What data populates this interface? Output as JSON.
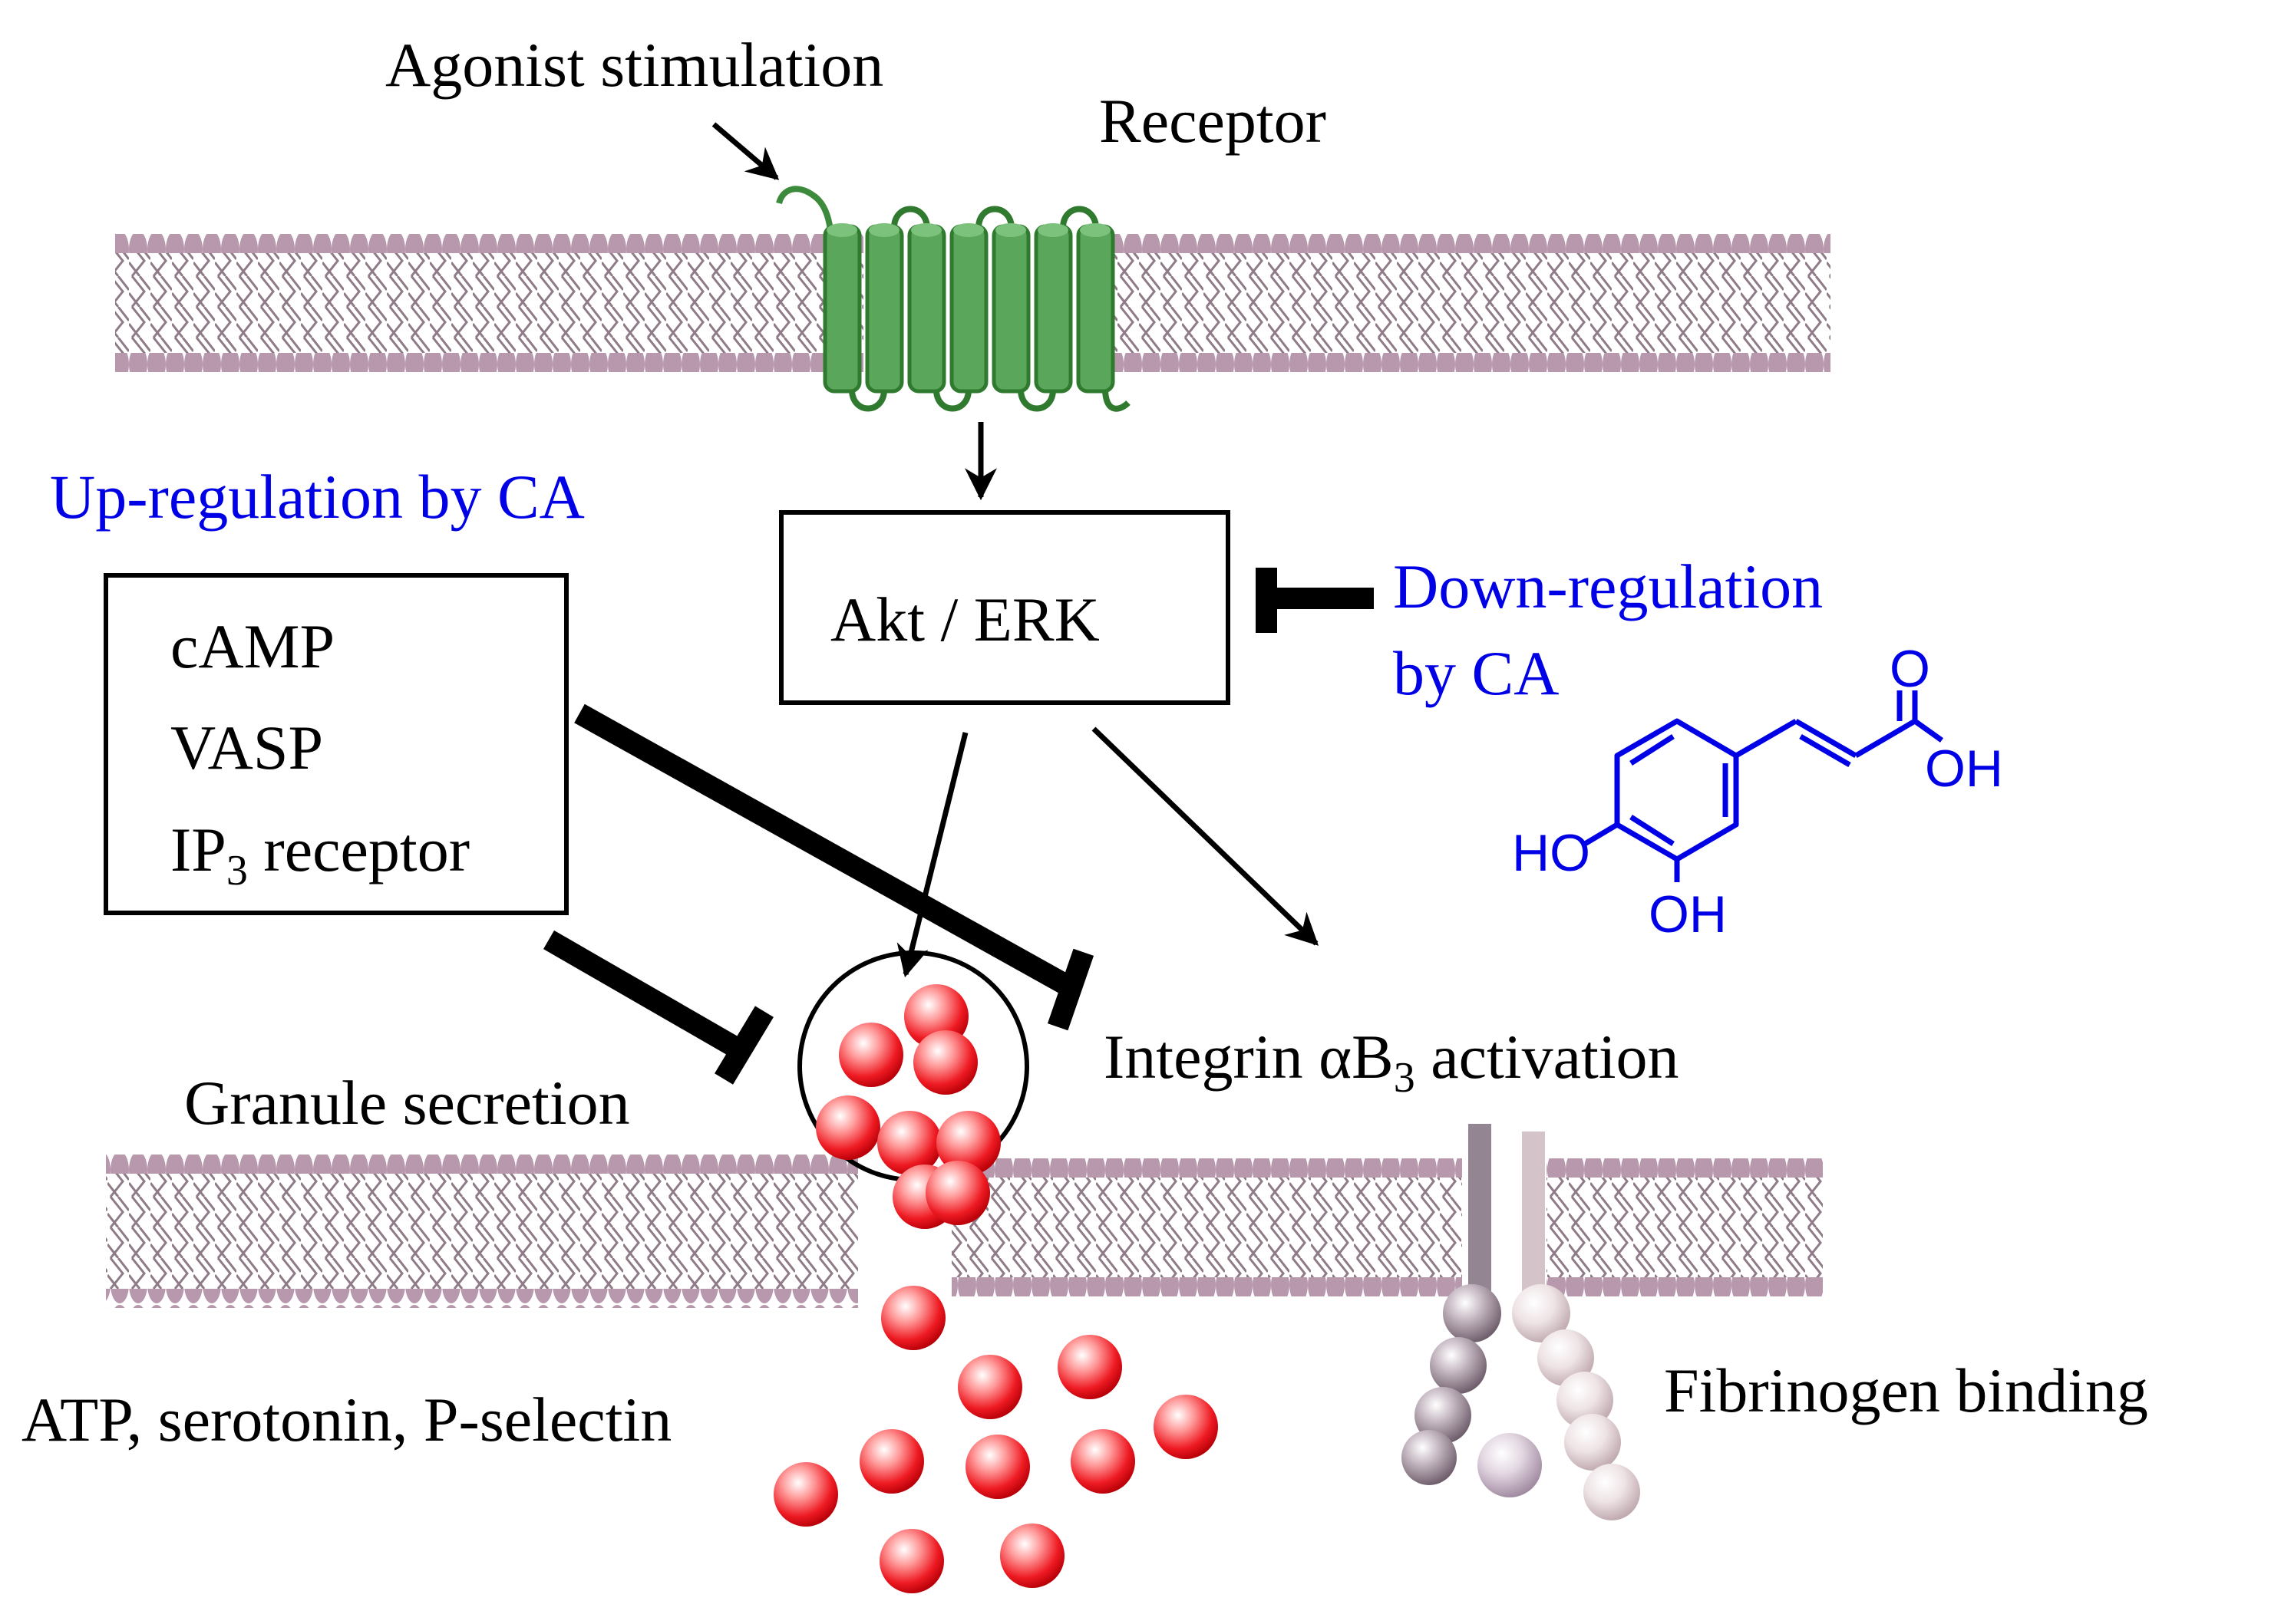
{
  "labels": {
    "agonist": "Agonist stimulation",
    "receptor": "Receptor",
    "up_regulation": "Up-regulation by CA",
    "down_regulation_line1": "Down-regulation",
    "down_regulation_line2": "by CA",
    "akt_erk": "Akt / ERK",
    "camp": "cAMP",
    "vasp": "VASP",
    "ip3_prefix": "IP",
    "ip3_sub": "3",
    "ip3_suffix": " receptor",
    "granule": "Granule secretion",
    "integrin_prefix": "Integrin αB",
    "integrin_sub": "3",
    "integrin_suffix": " activation",
    "atp": "ATP, serotonin, P-selectin",
    "fibrinogen": "Fibrinogen binding"
  },
  "molecule": {
    "o_top": "O",
    "oh_acid": "OH",
    "ho_left": "HO",
    "oh_bottom": "OH"
  },
  "colors": {
    "membrane": "#b898ad",
    "receptor": "#5aa65a",
    "receptor_dark": "#2f7a2f",
    "granule_red": "#e8101a",
    "ca_blue": "#0000e6",
    "integrin_dark": "#938592",
    "integrin_light": "#d4c3c8"
  }
}
